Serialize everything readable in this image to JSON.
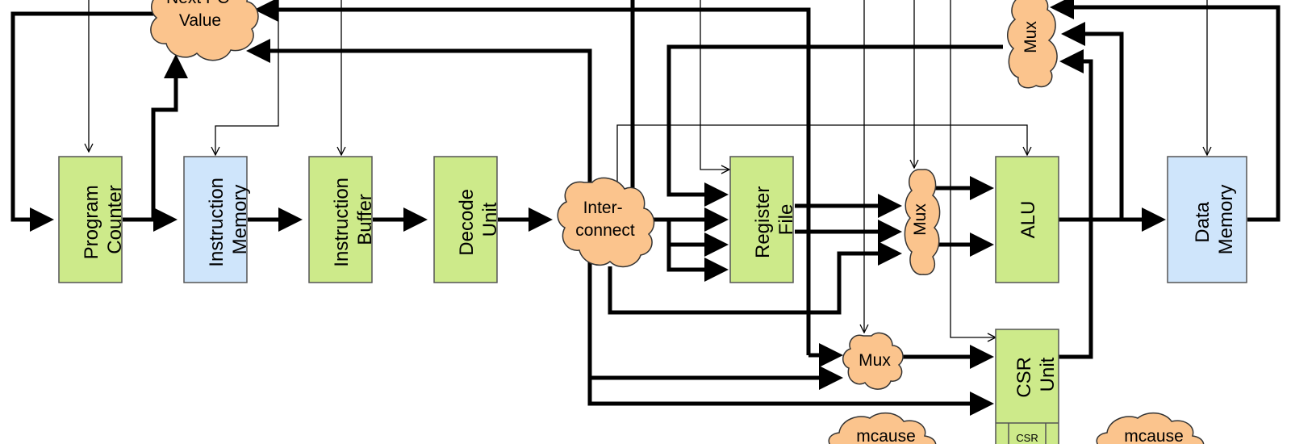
{
  "blocks": {
    "program_counter": [
      "Program",
      "Counter"
    ],
    "instruction_memory": [
      "Instruction",
      "Memory"
    ],
    "instruction_buffer": [
      "Instruction",
      "Buffer"
    ],
    "decode_unit": [
      "Decode",
      "Unit"
    ],
    "register_file": [
      "Register",
      "File"
    ],
    "alu": "ALU",
    "data_memory": [
      "Data",
      "Memory"
    ],
    "csr_unit": [
      "CSR",
      "Unit"
    ],
    "csr_sub": "CSR"
  },
  "clouds": {
    "next_pc": [
      "Next PC",
      "Value"
    ],
    "interconnect": [
      "Inter-",
      "connect"
    ],
    "mux_regfile": "Mux",
    "mux_top": "Mux",
    "mux_csr": "Mux",
    "mcause_left": "mcause",
    "mcause_right": "mcause"
  },
  "colors": {
    "green_block": "#cdea8a",
    "blue_block": "#cfe5fb",
    "cloud": "#fbc48d"
  }
}
